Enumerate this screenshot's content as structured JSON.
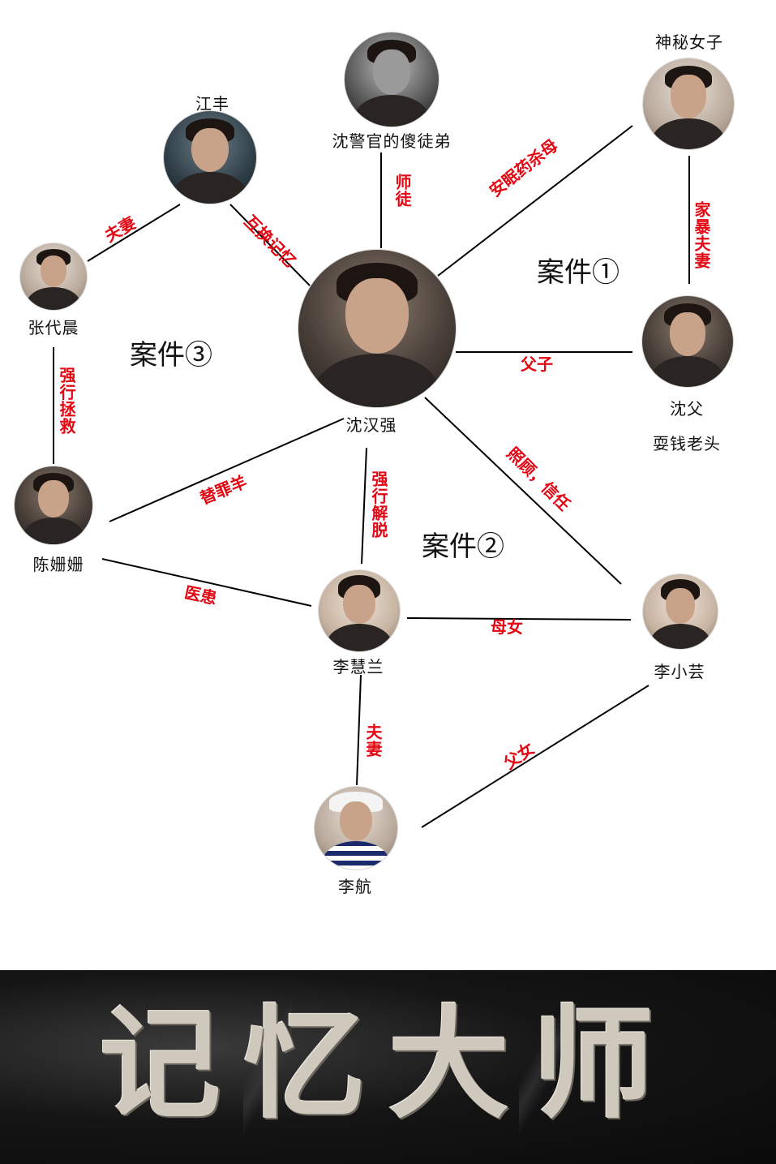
{
  "people": {
    "shen_hanqiang": "沈汉强",
    "apprentice": "沈警官的傻徒弟",
    "jiang_feng": "江丰",
    "mystery_woman": "神秘女子",
    "zhang_daichen": "张代晨",
    "shen_father": "沈父",
    "shen_father_desc": "耍钱老头",
    "chen_shanshan": "陈姗姗",
    "li_huilan": "李慧兰",
    "li_xiaoyun": "李小芸",
    "li_hang": "李航"
  },
  "relations": {
    "shitu": "师徒",
    "sleeping_pill": "安眠药杀母",
    "swap_memory": "互换记忆",
    "couple_jiang": "夫妻",
    "domestic_violence": "家暴夫妻",
    "father_son": "父子",
    "forced_rescue": "强行拯救",
    "scapegoat": "替罪羊",
    "care_trust": "照顾，信任",
    "forced_release": "强行解脱",
    "doctor_patient": "医患",
    "mother_daughter": "母女",
    "couple_li": "夫妻",
    "father_daughter": "父女"
  },
  "cases": {
    "case1": "案件①",
    "case2": "案件②",
    "case3": "案件③"
  },
  "banner": {
    "title": "记忆大师"
  }
}
